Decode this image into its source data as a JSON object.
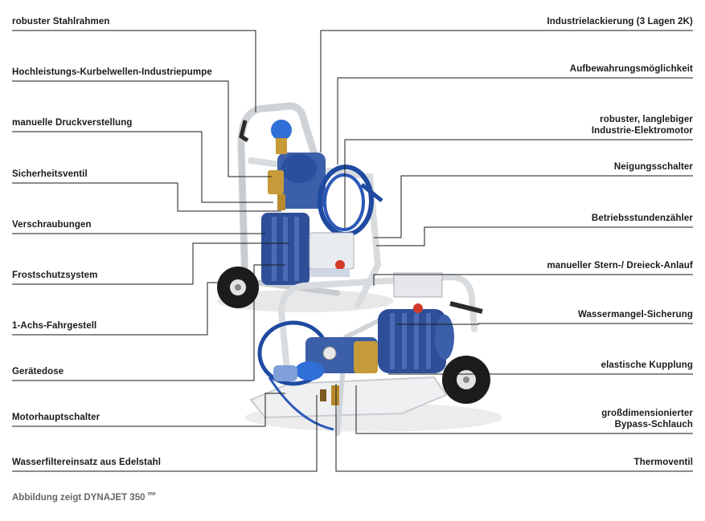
{
  "labels": {
    "left": [
      "robuster Stahlrahmen",
      "Hochleistungs-Kurbelwellen-Industriepumpe",
      "manuelle Druckverstellung",
      "Sicherheitsventil",
      "Verschraubungen",
      "Frostschutzsystem",
      "1-Achs-Fahrgestell",
      "Gerätedose",
      "Motorhauptschalter",
      "Wasserfiltereinsatz aus Edelstahl"
    ],
    "right": [
      "Industrielackierung (3 Lagen 2K)",
      "Aufbewahrungsmöglichkeit",
      "robuster, langlebiger\nIndustrie-Elektromotor",
      "Neigungsschalter",
      "Betriebsstundenzähler",
      "manueller Stern-/ Dreieck-Anlauf",
      "Wassermangel-Sicherung",
      "elastische Kupplung",
      "großdimensionierter\nBypass-Schlauch",
      "Thermoventil"
    ]
  },
  "caption": {
    "text": "Abbildung zeigt DYNAJET 350",
    "superscript": "me"
  },
  "colors": {
    "line": "#1a1a1a",
    "frame": "#d9dcdf",
    "pump_blue": "#2a4f9c",
    "motor_blue": "#3b5fa8",
    "hose": "#1f4aa0",
    "tire": "#1c1c1c",
    "brass": "#c79a3a",
    "caption": "#666666"
  }
}
